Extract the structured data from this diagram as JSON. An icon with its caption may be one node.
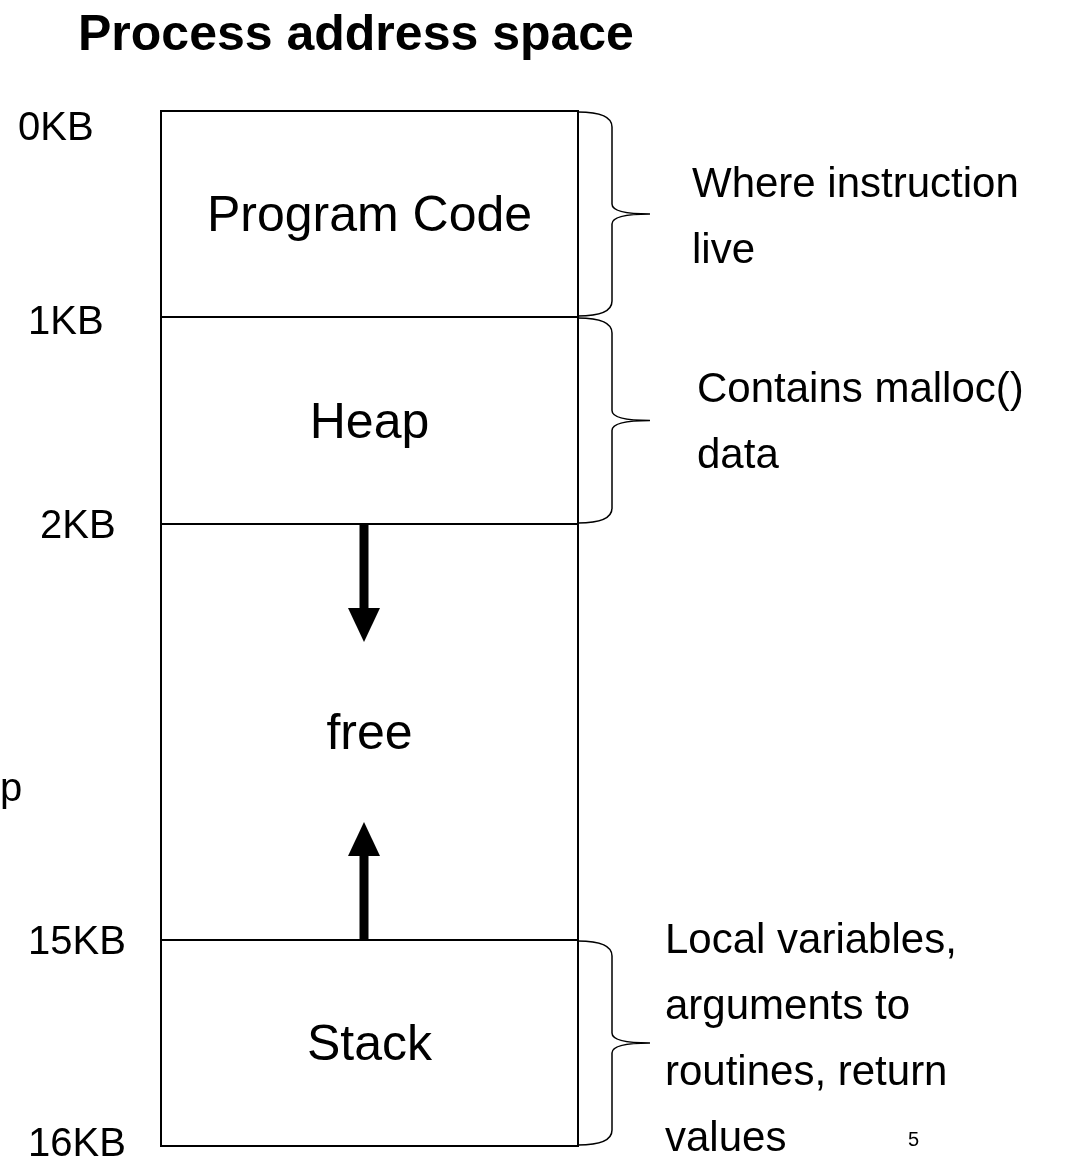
{
  "diagram": {
    "title": "Process address space",
    "nodes": [
      {
        "text": [
          "Program Code"
        ],
        "beside": [
          "Where instruction live"
        ]
      },
      {
        "text": [
          "Heap"
        ],
        "beside": [
          "Contains malloc() data"
        ]
      },
      {
        "text": [
          "free"
        ]
      },
      {
        "text": [
          "Stack"
        ],
        "beside": [
          "Local variables, arguments to routines, return values"
        ]
      }
    ],
    "edges": [],
    "labels": [
      "0KB",
      "1KB",
      "2KB",
      "p",
      "15KB",
      "16KB",
      "5"
    ]
  }
}
